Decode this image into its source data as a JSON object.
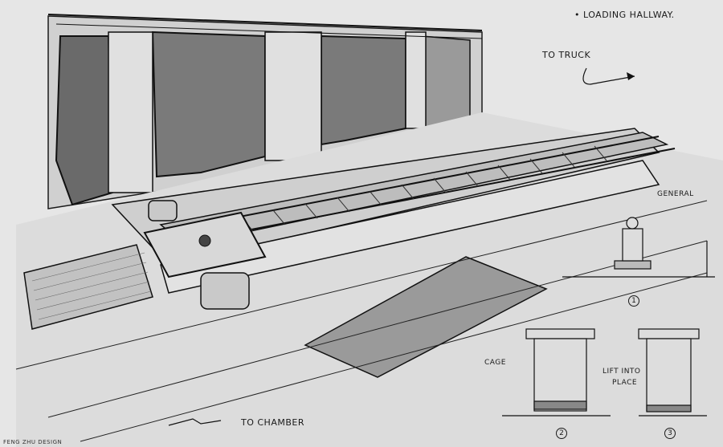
{
  "labels": {
    "title": "• LOADING HALLWAY.",
    "to_truck": "TO TRUCK",
    "to_chamber": "TO CHAMBER",
    "general": "GENERAL",
    "cage": "CAGE",
    "lift_into": "LIFT INTO",
    "place": "PLACE",
    "step1": "1",
    "step2": "2",
    "step3": "3",
    "credit": "FENG ZHU DESIGN"
  },
  "colors": {
    "paper": "#e6e6e6",
    "ink": "#1a1a1a",
    "shadow": "#8a8a8a",
    "mid": "#b5b5b5"
  }
}
